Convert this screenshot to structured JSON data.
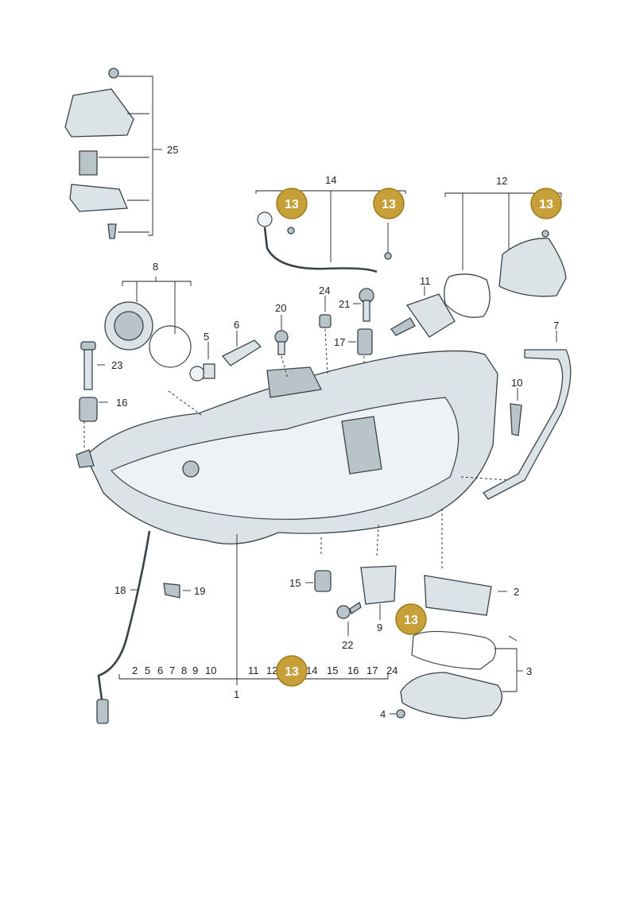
{
  "labels": {
    "l1": "1",
    "l2": "2",
    "l3": "3",
    "l4": "4",
    "l5": "5",
    "l6": "6",
    "l7": "7",
    "l8": "8",
    "l9": "9",
    "l10": "10",
    "l11": "11",
    "l12": "12",
    "l14": "14",
    "l15": "15",
    "l16": "16",
    "l17": "17",
    "l18": "18",
    "l19": "19",
    "l20": "20",
    "l21": "21",
    "l22": "22",
    "l23": "23",
    "l24": "24",
    "l25": "25"
  },
  "badges": {
    "b1": "13",
    "b2": "13",
    "b3": "13",
    "b4": "13",
    "b5": "13"
  },
  "kit_row": [
    "2",
    "5",
    "6",
    "7",
    "8",
    "9",
    "10",
    "11",
    "12",
    "14",
    "15",
    "16",
    "17",
    "24"
  ],
  "colors": {
    "badge": "#c8a03a",
    "part_fill": "#dbe3e7",
    "line": "#222222"
  }
}
